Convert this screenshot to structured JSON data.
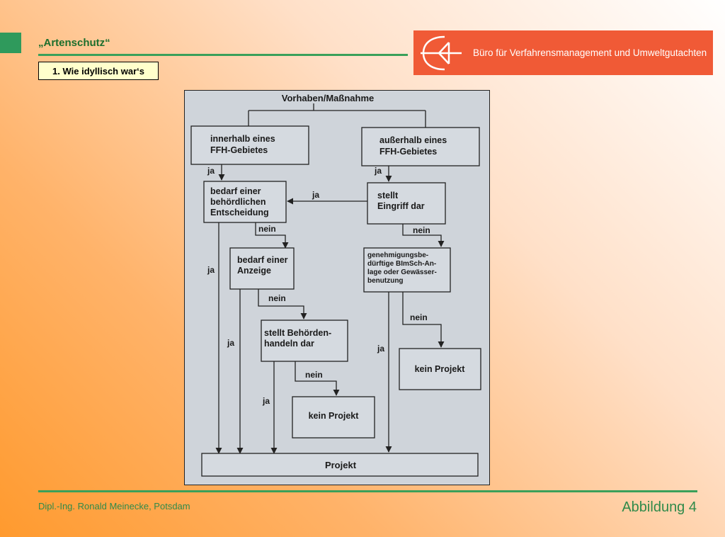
{
  "header": {
    "title": "„Artenschutz“",
    "subtitle": "1. Wie idyllisch war‘s"
  },
  "logo": {
    "text": "Büro für Verfahrensmanagement und Umweltgutachten",
    "color": "#f05a36"
  },
  "diagram": {
    "nodes": [
      {
        "id": "vorhaben",
        "label": "Vorhaben/Maßnahme"
      },
      {
        "id": "innerhalb",
        "lines": [
          "innerhalb eines",
          "FFH-Gebietes"
        ]
      },
      {
        "id": "ausserhalb",
        "lines": [
          "außerhalb eines",
          "FFH-Gebietes"
        ]
      },
      {
        "id": "bedarf_entscheidung",
        "lines": [
          "bedarf einer",
          "behördlichen",
          "Entscheidung"
        ]
      },
      {
        "id": "eingriff",
        "lines": [
          "stellt",
          "Eingriff dar"
        ]
      },
      {
        "id": "bedarf_anzeige",
        "lines": [
          "bedarf einer",
          "Anzeige"
        ]
      },
      {
        "id": "genehmigung",
        "lines": [
          "genehmigungsbe-",
          "dürftige BImSch-An-",
          "lage oder Gewässer-",
          "benutzung"
        ]
      },
      {
        "id": "behoerdenhandeln",
        "lines": [
          "stellt Behörden-",
          "handeln dar"
        ]
      },
      {
        "id": "kein_projekt_right",
        "label": "kein Projekt"
      },
      {
        "id": "kein_projekt_mid",
        "label": "kein Projekt"
      },
      {
        "id": "projekt",
        "label": "Projekt"
      }
    ],
    "edge_labels": {
      "ja": "ja",
      "nein": "nein"
    }
  },
  "footer": {
    "author": "Dipl.-Ing. Ronald Meinecke, Potsdam",
    "figure_label": "Abbildung 4"
  },
  "colors": {
    "accent_green": "#3aa05a",
    "title_green": "#1c6e2c",
    "subtitle_bg": "#ffffcc"
  }
}
